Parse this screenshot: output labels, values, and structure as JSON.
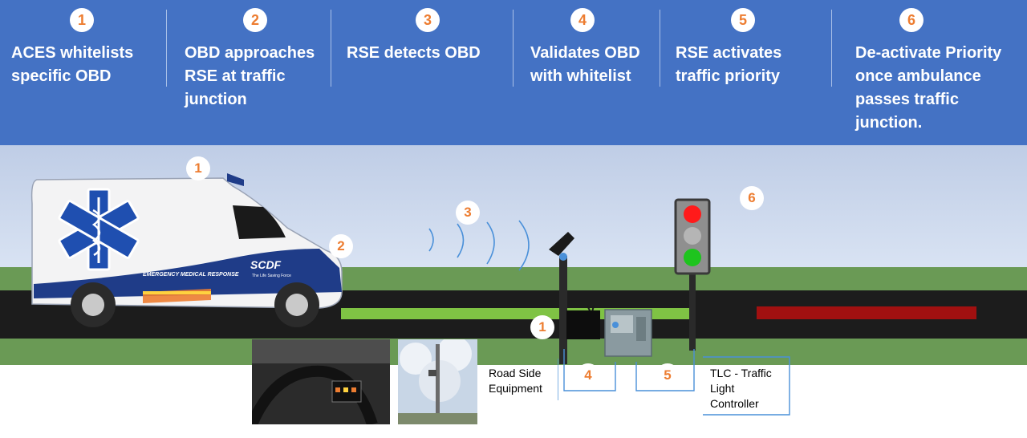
{
  "colors": {
    "header_bg": "#4472c4",
    "step_number": "#ed7d31",
    "grass": "#6a9a55",
    "road": "#1c1c1c",
    "lane": "#7fc344",
    "priority_bar": "#a11010",
    "connector": "#4a90d9"
  },
  "steps": [
    {
      "number": "1",
      "text": "ACES whitelists\nspecific OBD"
    },
    {
      "number": "2",
      "text": "OBD approaches\nRSE at traffic\njunction"
    },
    {
      "number": "3",
      "text": "RSE detects OBD"
    },
    {
      "number": "4",
      "text": "Validates OBD\nwith whitelist"
    },
    {
      "number": "5",
      "text": "RSE activates\ntraffic priority"
    },
    {
      "number": "6",
      "text": "De-activate Priority\nonce ambulance\npasses traffic\njunction."
    }
  ],
  "scene": {
    "markers": [
      "1",
      "2",
      "3",
      "1",
      "4",
      "5",
      "6"
    ],
    "ambulance": {
      "brand": "SCDF",
      "tagline": "The Life Saving Force",
      "side_text": "EMERGENCY MEDICAL RESPONSE"
    },
    "labels": {
      "rse": "Road Side\nEquipment",
      "tlc": "TLC - Traffic\nLight\nController"
    },
    "icons": [
      "star-of-life-icon",
      "signal-wave-icon",
      "traffic-light-icon"
    ]
  }
}
